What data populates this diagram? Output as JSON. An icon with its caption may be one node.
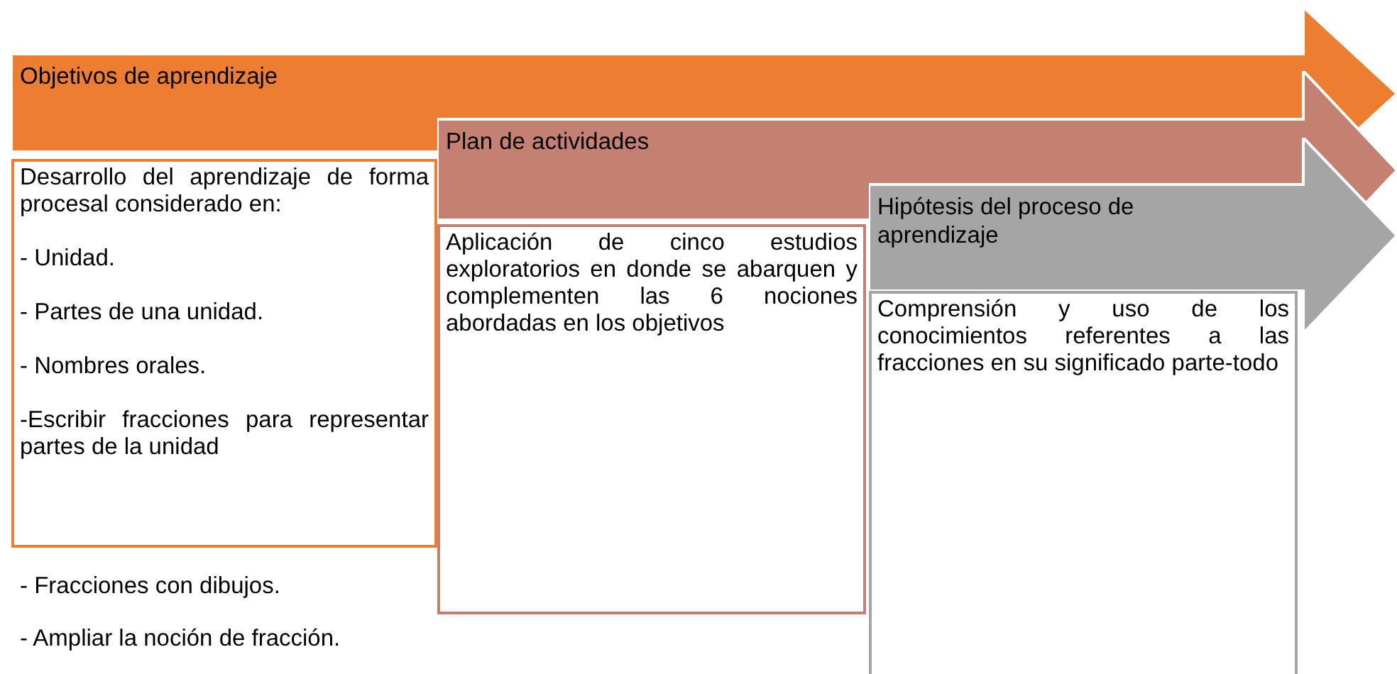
{
  "diagram": {
    "nodes": [
      {
        "text": [
          "Objetivos de aprendizaje"
        ]
      },
      {
        "text": [
          "Desarrollo del aprendizaje de forma procesal considerado en:",
          "- Unidad.",
          "- Partes de una unidad.",
          "- Nombres orales.",
          "-Escribir fracciones para representar partes de la unidad"
        ],
        "beside": [
          "- Fracciones con dibujos.",
          "- Ampliar la noción de fracción."
        ]
      },
      {
        "text": [
          "Plan de actividades"
        ]
      },
      {
        "text": [
          "Aplicación de cinco estudios exploratorios en donde se abarquen y complementen las 6 nociones abordadas en los objetivos"
        ]
      },
      {
        "text": [
          "Hipótesis del proceso de aprendizaje"
        ]
      },
      {
        "text": [
          "Comprensión y uso de los conocimientos referentes a las fracciones en su significado parte-todo"
        ]
      }
    ]
  }
}
